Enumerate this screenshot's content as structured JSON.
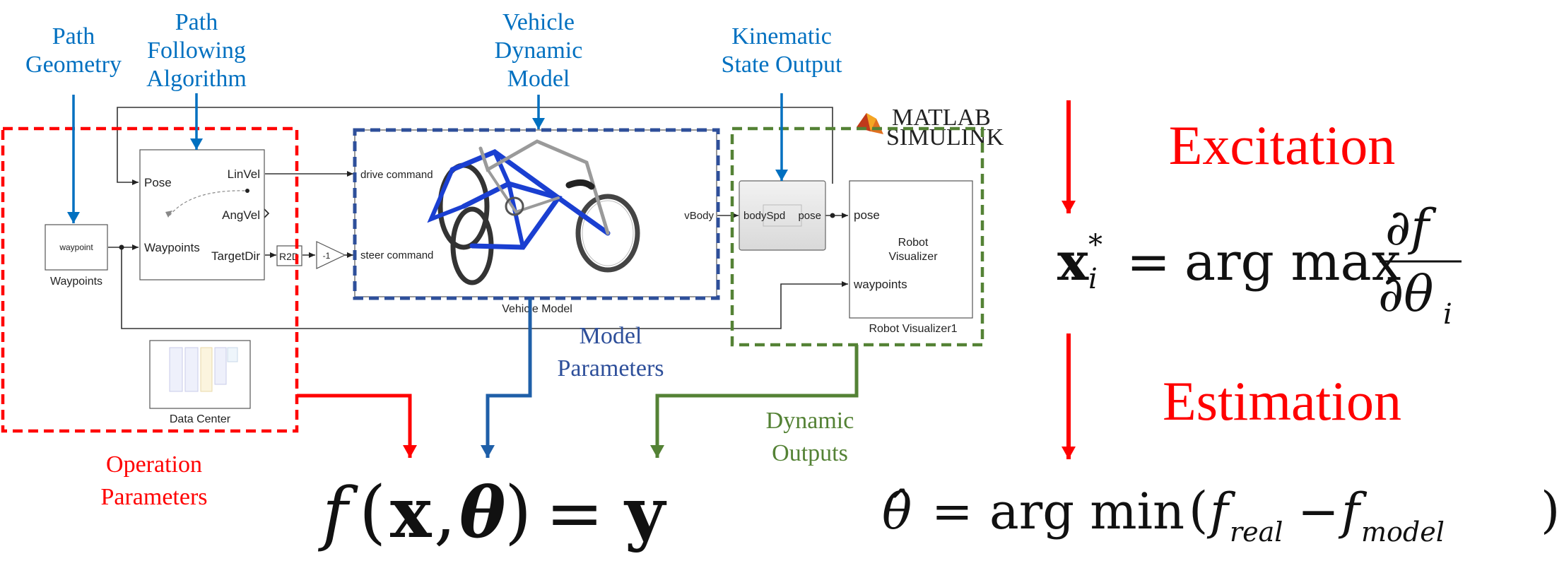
{
  "annotations": {
    "path_geometry": [
      "Path",
      "Geometry"
    ],
    "path_following": [
      "Path",
      "Following",
      "Algorithm"
    ],
    "vehicle_dynamic_model": [
      "Vehicle",
      "Dynamic",
      "Model"
    ],
    "kinematic_state_output": [
      "Kinematic",
      "State Output"
    ],
    "model_parameters": [
      "Model",
      "Parameters"
    ],
    "dynamic_outputs": [
      "Dynamic",
      "Outputs"
    ],
    "operation_parameters": [
      "Operation",
      "Parameters"
    ]
  },
  "logo": {
    "line1": "MATLAB",
    "line2": "SIMULINK"
  },
  "blocks": {
    "waypoint_inner": "waypoint",
    "waypoints_label": "Waypoints",
    "controller_ports": {
      "pose": "Pose",
      "waypoints": "Waypoints",
      "linvel": "LinVel",
      "angvel": "AngVel",
      "targetdir": "TargetDir"
    },
    "r2d": "R2D",
    "gain": "-1",
    "vehicle_ports": {
      "drive": "drive command",
      "steer": "steer command",
      "vbody": "vBody"
    },
    "vehicle_label": "Vehicle Model",
    "bodyspd_ports": {
      "in": "bodySpd",
      "out": "pose"
    },
    "visualizer_ports": {
      "pose": "pose",
      "waypoints": "waypoints"
    },
    "visualizer_title": [
      "Robot",
      "Visualizer"
    ],
    "visualizer_label": "Robot Visualizer1",
    "data_center_label": "Data Center"
  },
  "right_panel": {
    "excitation": "Excitation",
    "estimation": "Estimation"
  },
  "equations": {
    "main": {
      "f": "f",
      "x": "x",
      "theta": "θ",
      "y": "y",
      "eq": "=",
      "comma": ","
    },
    "excitation": {
      "lhs_x": "x",
      "sub_i": "i",
      "star": "*",
      "op": "arg max",
      "partial_f": "∂f",
      "partial_theta": "∂θ"
    },
    "estimation": {
      "theta_hat": "θ̂",
      "op": "arg min",
      "f_real": "f",
      "real": "real",
      "minus": "−",
      "f_model": "f",
      "model": "model"
    }
  },
  "colors": {
    "blue_text": "#0070c0",
    "red": "#ff0000",
    "navy_box": "#2f4f8f",
    "green": "#548235",
    "model_blue": "#2e4f9a",
    "arrow_blue": "#1f5fa8"
  }
}
